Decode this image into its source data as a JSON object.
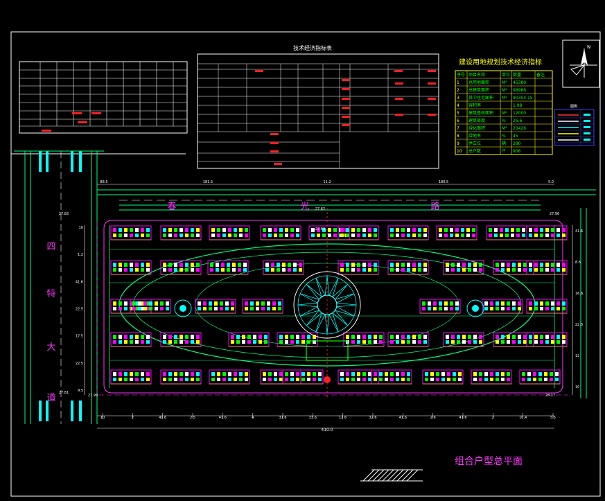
{
  "drawing": {
    "title": "组合户型总平面",
    "road_left_chars": [
      "四",
      "特",
      "大",
      "道"
    ],
    "road_top_chars": [
      "春",
      "光",
      "路"
    ],
    "road_left_caption": "四特大道",
    "road_top_caption": "春光路",
    "north_label": "N",
    "legend_title": "图例",
    "table_center_title": "技术经济指标表",
    "table_right_title": "建设用地规划技术经济指标",
    "table_right_header": [
      "序号",
      "项目名称",
      "单位",
      "数量",
      "备注"
    ],
    "table_right_rows": [
      [
        "1",
        "总用地面积",
        "M²",
        "45380",
        ""
      ],
      [
        "2",
        "总建筑面积",
        "M²",
        "98986",
        ""
      ],
      [
        "3",
        "其中住宅面积",
        "M²",
        "90354.15",
        ""
      ],
      [
        "4",
        "容积率",
        "",
        "1.98",
        ""
      ],
      [
        "5",
        "建筑基底面积",
        "M²",
        "12000",
        ""
      ],
      [
        "6",
        "建筑密度",
        "%",
        "26.6",
        ""
      ],
      [
        "7",
        "绿化面积",
        "M²",
        "20426",
        ""
      ],
      [
        "8",
        "绿地率",
        "%",
        "45",
        ""
      ],
      [
        "9",
        "停车位",
        "辆",
        "280",
        ""
      ],
      [
        "10",
        "总户数",
        "户",
        "906",
        ""
      ]
    ],
    "dims_top": [
      "88.5",
      "181.5",
      "11.2",
      "180.5",
      "5.0"
    ],
    "dims_bottom": [
      "10",
      "2",
      "41.6",
      "2.5",
      "41.6",
      "4",
      "31.6",
      "33.6",
      "12.6",
      "32.6",
      "41.6",
      "2.6",
      "41.6",
      "2",
      "10.4",
      "5.5"
    ],
    "dim_total_bottom": "410.0",
    "dims_left": [
      "10",
      "1.2",
      "41.6",
      "22.5",
      "17.5",
      "22.5",
      "9.5"
    ],
    "dims_right": [
      "41.6",
      "8.6",
      "16.6",
      "22.5",
      "12",
      "10"
    ],
    "elevations": [
      "27.82",
      "27.62",
      "27.96",
      "27.99",
      "27.62",
      "28.17",
      "27.81"
    ],
    "colors": {
      "background": "#000000",
      "frame": "#ffffff",
      "road": "#00ff80",
      "building": "#ff00ff",
      "cyan": "#00ffff",
      "accent_red": "#ff2020",
      "title": "#ff33ff",
      "legend_blue": "#4040ff"
    }
  }
}
